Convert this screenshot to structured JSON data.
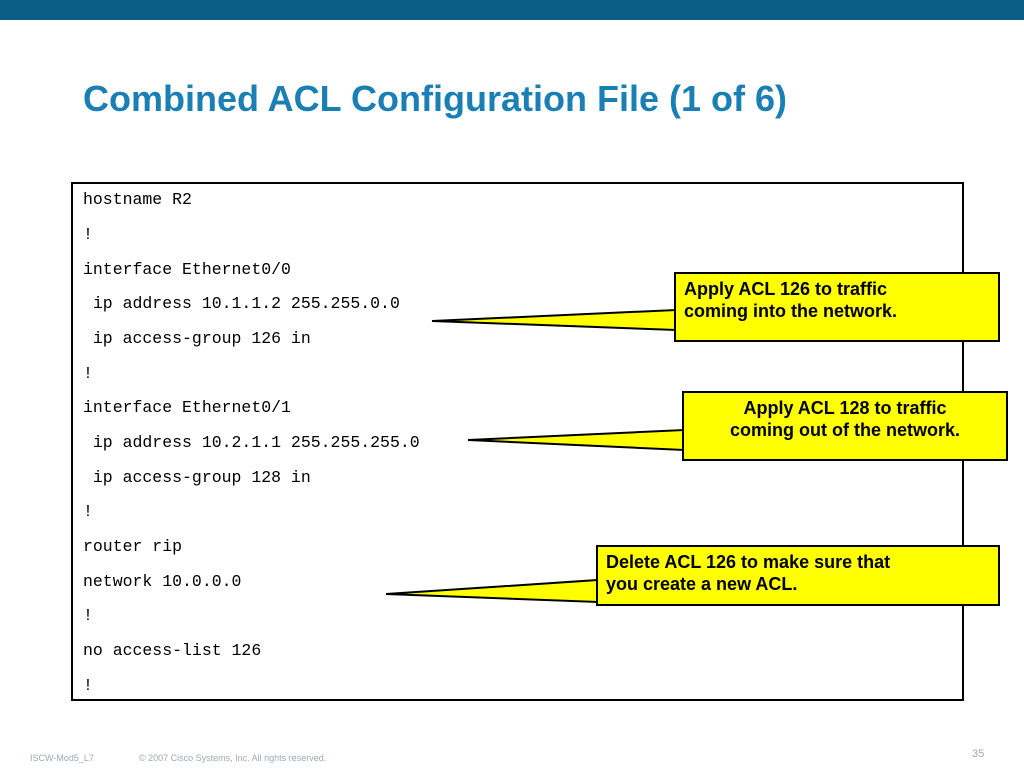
{
  "slide": {
    "title": "Combined ACL Configuration File (1 of 6)",
    "config_lines": [
      "hostname R2",
      "!",
      "interface Ethernet0/0",
      " ip address 10.1.1.2 255.255.0.0",
      " ip access-group 126 in",
      "!",
      "interface Ethernet0/1",
      " ip address 10.2.1.1 255.255.255.0",
      " ip access-group 128 in",
      "!",
      "router rip",
      "network 10.0.0.0",
      "!",
      "no access-list 126",
      "!"
    ],
    "callouts": [
      "Apply ACL 126 to traffic\ncoming into the network.",
      "Apply ACL 128 to traffic\ncoming out of the network.",
      "Delete ACL 126 to make sure that\nyou create a new ACL."
    ]
  },
  "footer": {
    "course": "ISCW-Mod5_L7",
    "copyright": "© 2007 Cisco Systems, Inc. All rights reserved.",
    "page_number": "35"
  },
  "colors": {
    "top_bar": "#0b5f86",
    "title": "#1a7fb5",
    "callout_fill": "#ffff00",
    "footer_text": "#9aa9b6"
  }
}
